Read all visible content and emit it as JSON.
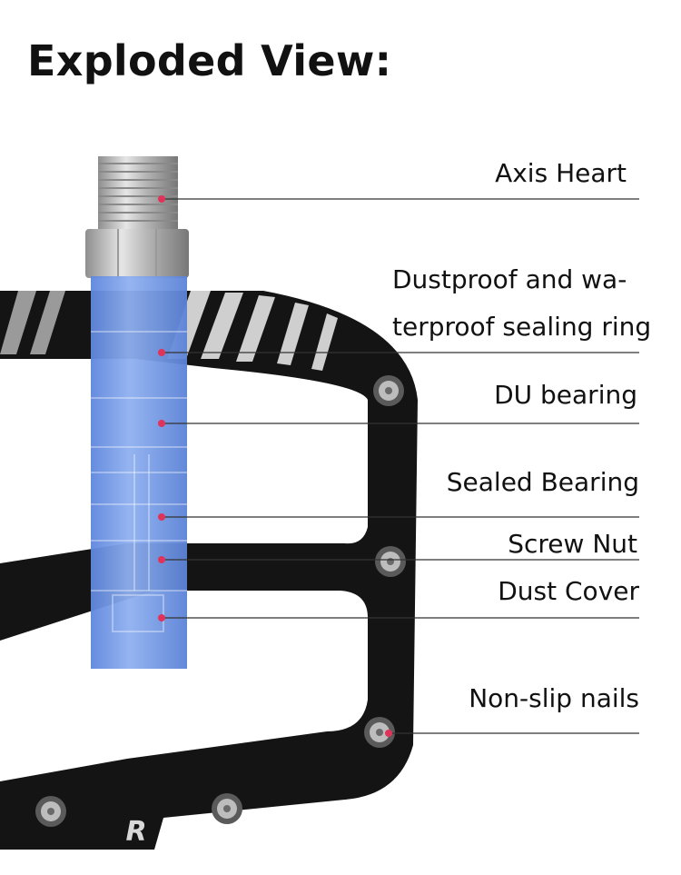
{
  "title": "Exploded View:",
  "brand_logo": "R",
  "colors": {
    "pedal_body": "#141414",
    "stripe": "#cfcfcf",
    "axle_overlay": "#6d94e6",
    "thread": "#c4c4c4",
    "marker_dot": "#e0335a",
    "leader_line": "#333333"
  },
  "icons": {
    "marker": "dot-marker",
    "pin": "pedal-pin-icon",
    "bolt": "hex-bolt-icon"
  },
  "callouts": [
    {
      "label": "Axis Heart"
    },
    {
      "label_lines": [
        "Dustproof and wa-",
        "terproof sealing ring"
      ]
    },
    {
      "label": "DU bearing"
    },
    {
      "label": "Sealed Bearing"
    },
    {
      "label": "Screw Nut"
    },
    {
      "label": "Dust Cover"
    },
    {
      "label": "Non-slip nails"
    }
  ]
}
